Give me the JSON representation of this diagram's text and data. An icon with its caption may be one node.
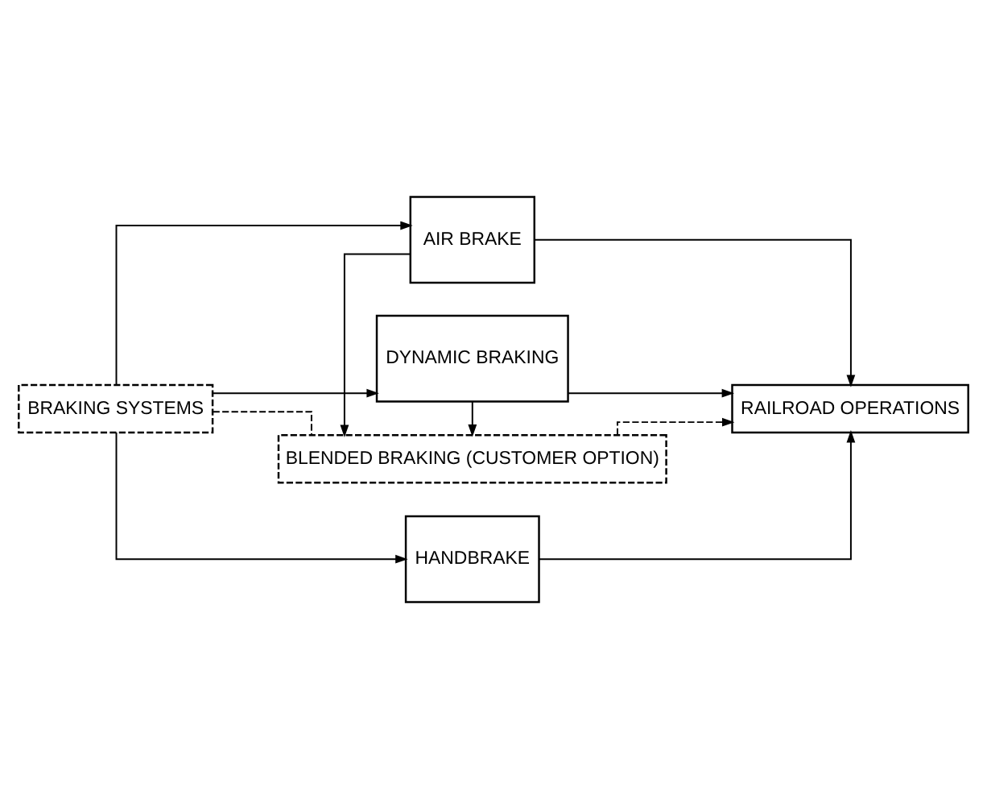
{
  "diagram": {
    "nodes": [
      {
        "text": [
          "BRAKING SYSTEMS"
        ]
      },
      {
        "text": [
          "AIR BRAKE"
        ]
      },
      {
        "text": [
          "BLENDED BRAKING (CUSTOMER OPTION)"
        ]
      },
      {
        "text": [
          "DYNAMIC BRAKING"
        ]
      },
      {
        "text": [
          "HANDBRAKE"
        ]
      },
      {
        "text": [
          "RAILROAD OPERATIONS"
        ]
      }
    ],
    "edges": [
      {
        "from": 0,
        "to": 1,
        "arrow": "to"
      },
      {
        "from": 0,
        "to": 2,
        "arrow": "none",
        "style": "dashed"
      },
      {
        "from": 0,
        "to": 3,
        "arrow": "to"
      },
      {
        "from": 0,
        "to": 4,
        "arrow": "to"
      },
      {
        "from": 1,
        "to": 2,
        "arrow": "to"
      },
      {
        "from": 3,
        "to": 2,
        "arrow": "to"
      },
      {
        "from": 1,
        "to": 5,
        "arrow": "to"
      },
      {
        "from": 2,
        "to": 5,
        "arrow": "to",
        "style": "dashed"
      },
      {
        "from": 3,
        "to": 5,
        "arrow": "to"
      },
      {
        "from": 4,
        "to": 5,
        "arrow": "to"
      }
    ]
  }
}
